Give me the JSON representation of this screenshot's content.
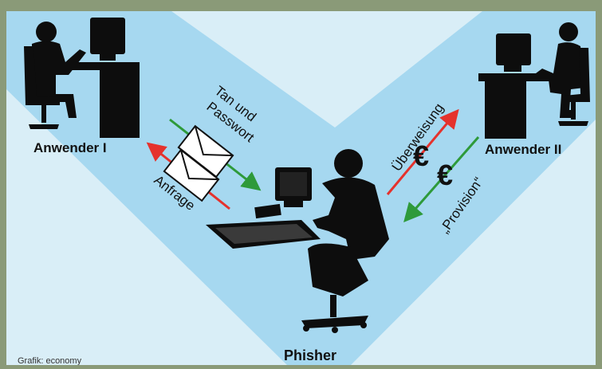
{
  "colors": {
    "frame": "#8a9a78",
    "background_light": "#d9eef7",
    "band": "#a6d8f0",
    "arrow_red": "#e5322d",
    "arrow_green": "#2e9a3a",
    "silhouette": "#0d0d0d"
  },
  "labels": {
    "user1": "Anwender I",
    "user2": "Anwender II",
    "phisher": "Phisher",
    "credentials": [
      "Tan und",
      "Passwort"
    ],
    "request": "Anfrage",
    "transfer": "Überweisung",
    "commission": "„Provision“",
    "currency": "€",
    "credit": "Grafik: economy"
  },
  "icons": [
    "envelope-icon",
    "euro-icon",
    "computer-user-silhouette"
  ]
}
